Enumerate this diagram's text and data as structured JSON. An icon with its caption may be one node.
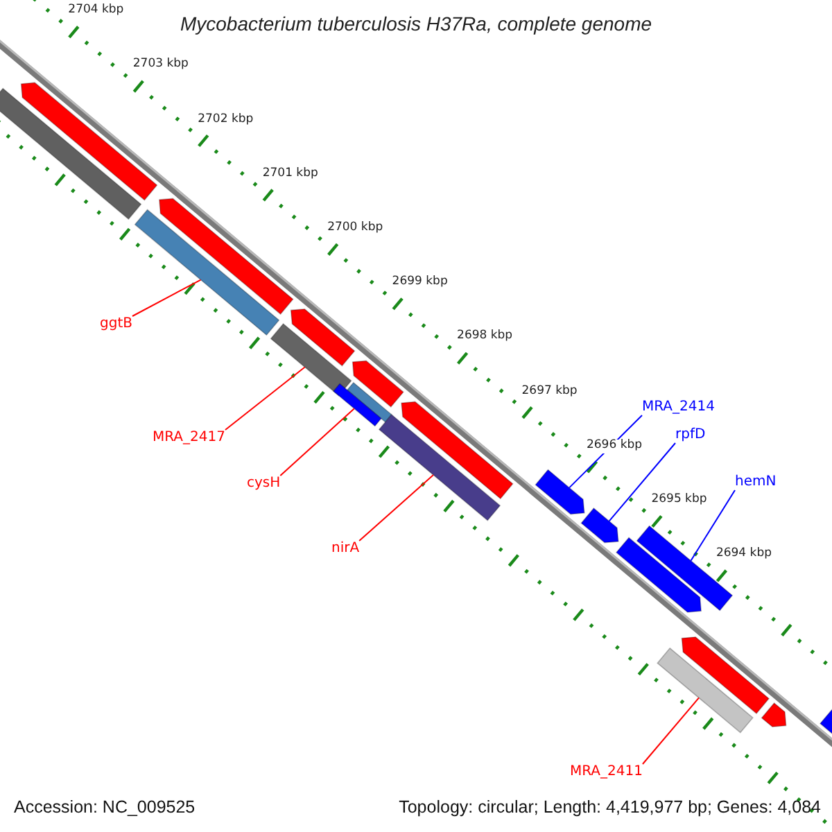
{
  "diagram": {
    "title": "Mycobacterium tuberculosis H37Ra, complete genome",
    "nodes": [
      {
        "text": [],
        "shape": "bar"
      },
      {
        "text": [],
        "shape": "bar"
      },
      {
        "text": [],
        "shape": "bar"
      },
      {
        "text": [],
        "shape": "bar"
      },
      {
        "text": [],
        "shape": "bar"
      },
      {
        "text": [],
        "shape": "bar"
      },
      {
        "text": [],
        "shape": "bar"
      },
      {
        "text": [],
        "shape": "bar"
      },
      {
        "text": [],
        "shape": "bar"
      },
      {
        "text": [],
        "shape": "bar"
      },
      {
        "text": [],
        "shape": "bar"
      },
      {
        "text": [],
        "shape": "bar"
      },
      {
        "text": [],
        "shape": "bar"
      },
      {
        "text": [],
        "shape": "bar"
      },
      {
        "text": [],
        "shape": "bar"
      },
      {
        "text": [],
        "shape": "bar"
      },
      {
        "text": [],
        "shape": "bar"
      },
      {
        "text": [],
        "shape": "bar"
      },
      {
        "text": [],
        "shape": "bar"
      },
      {
        "text": [
          "ggtB"
        ]
      },
      {
        "text": [
          "MRA_2417"
        ]
      },
      {
        "text": [
          "cysH"
        ]
      },
      {
        "text": [
          "nirA"
        ]
      },
      {
        "text": [
          "MRA_2414"
        ]
      },
      {
        "text": [
          "rpfD"
        ]
      },
      {
        "text": [
          "hemN"
        ]
      },
      {
        "text": [
          "MRA_2411"
        ]
      }
    ],
    "edges": [
      {
        "from": 19,
        "to": 3,
        "arrow": "none",
        "color": "#ff0000"
      },
      {
        "from": 20,
        "to": 5,
        "arrow": "none",
        "color": "#ff0000"
      },
      {
        "from": 21,
        "to": 8,
        "arrow": "none",
        "color": "#ff0000"
      },
      {
        "from": 22,
        "to": 10,
        "arrow": "none",
        "color": "#ff0000"
      },
      {
        "from": 23,
        "to": 11,
        "arrow": "none",
        "color": "#0000ff"
      },
      {
        "from": 24,
        "to": 12,
        "arrow": "none",
        "color": "#0000ff"
      },
      {
        "from": 25,
        "to": 14,
        "arrow": "none",
        "color": "#0000ff"
      },
      {
        "from": 26,
        "to": 16,
        "arrow": "none",
        "color": "#ff0000"
      }
    ],
    "labels": [
      "2704 kbp",
      "2703 kbp",
      "2702 kbp",
      "2701 kbp",
      "2700 kbp",
      "2699 kbp",
      "2698 kbp",
      "2697 kbp",
      "2696 kbp",
      "2695 kbp",
      "2694 kbp",
      "Accession: NC_009525",
      "Topology: circular; Length: 4,419,977 bp; Genes: 4,084"
    ]
  }
}
